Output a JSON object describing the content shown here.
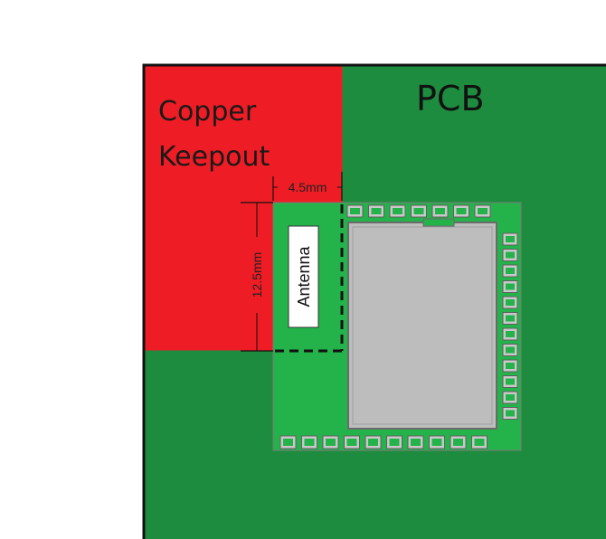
{
  "labels": {
    "pcb": "PCB",
    "keepout_line1": "Copper",
    "keepout_line2": "Keepout",
    "dim_horizontal": "4.5mm",
    "dim_vertical": "12.5mm",
    "antenna": "Antenna"
  },
  "colors": {
    "pcb": "#1e8c3f",
    "keepout": "#ee1c24",
    "module_board": "#24b34b",
    "shield": "#bdbdbd",
    "outline": "#111111",
    "pad": "#c8c8c8"
  }
}
